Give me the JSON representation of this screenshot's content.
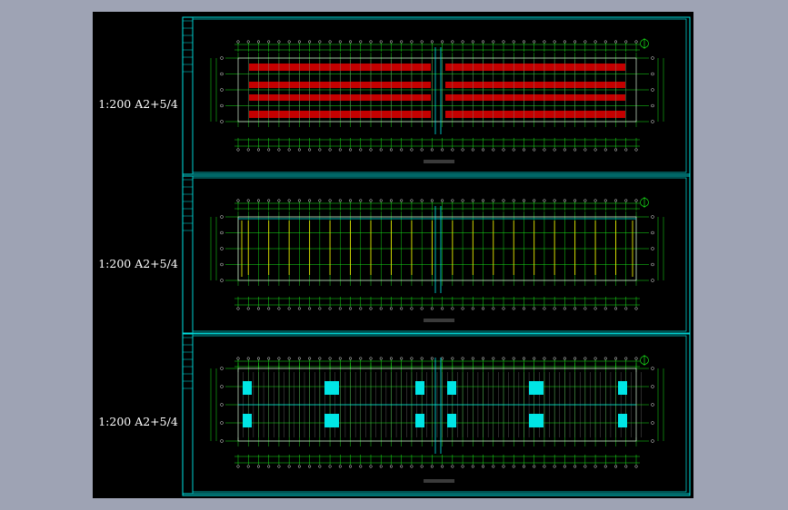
{
  "window": {
    "background": "#9ea3b4",
    "paper": "#000000"
  },
  "colors": {
    "frame": "#00e5e5",
    "grid": "#19e619",
    "axis": "#e6e6e6",
    "red_fill": "#e60000",
    "yellow": "#e6e600",
    "cyan_block": "#00e5e5",
    "dim_grey": "#7a7a7a"
  },
  "sheets": [
    {
      "id": "plan-1",
      "scale_label": "1:200 A2+5/4",
      "variant": "red-hatch"
    },
    {
      "id": "plan-2",
      "scale_label": "1:200 A2+5/4",
      "variant": "yellow-lines"
    },
    {
      "id": "plan-3",
      "scale_label": "1:200 A2+5/4",
      "variant": "cyan-blocks"
    }
  ],
  "icons": {
    "north_arrow": "north-arrow-icon"
  }
}
